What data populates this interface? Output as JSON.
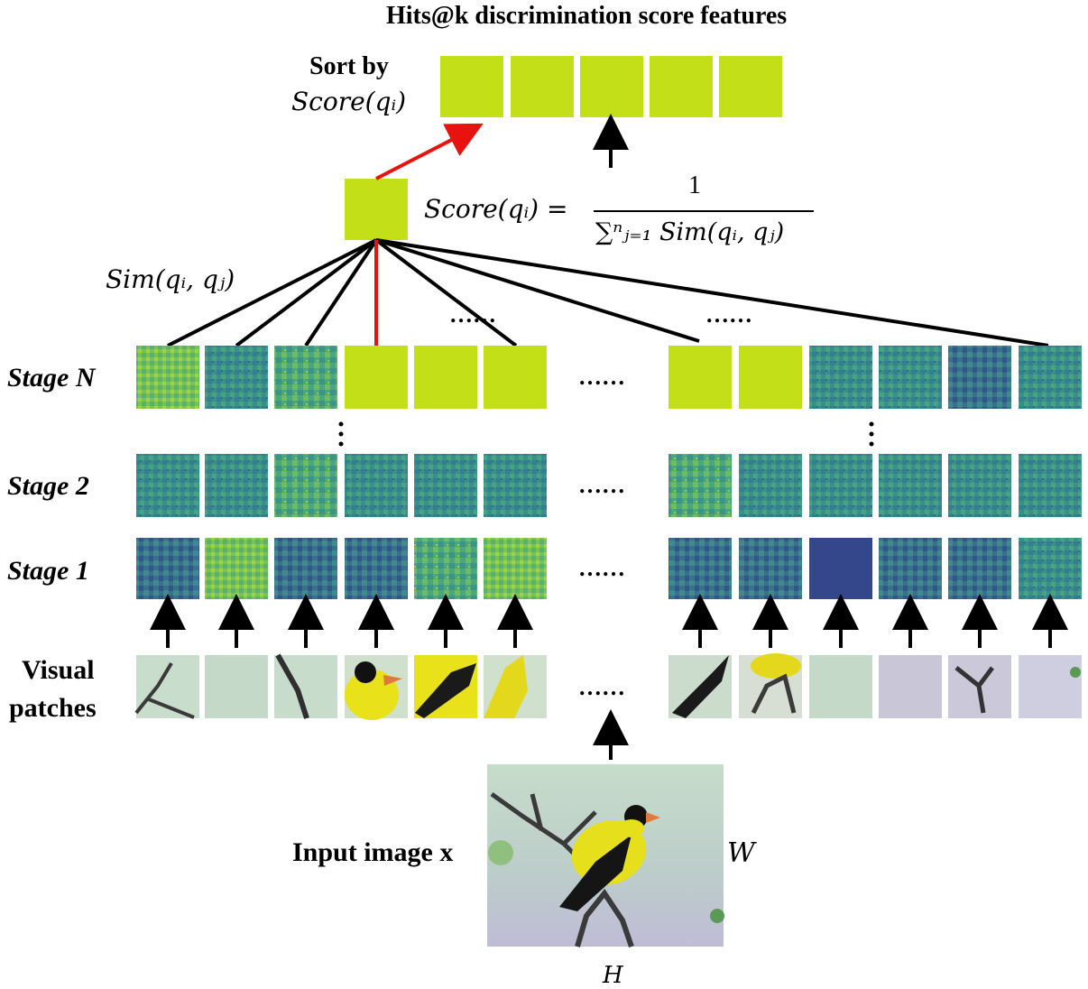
{
  "title": "Hits@k discrimination score features",
  "sort_label": "Sort by",
  "score_short": "Score(qᵢ)",
  "score_formula": {
    "lhs": "Score(qᵢ) =",
    "numerator": "1",
    "denominator": "∑ⁿⱼ₌₁ Sim(qᵢ, qⱼ)"
  },
  "sim_label": "Sim(qᵢ, qⱼ)",
  "stages": [
    {
      "label": "Stage N"
    },
    {
      "label": "Stage 2"
    },
    {
      "label": "Stage 1"
    }
  ],
  "visual_patches_label": [
    "Visual",
    "patches"
  ],
  "input_label": "Input image x",
  "dim_w": "W",
  "dim_h": "H",
  "ellipsis": "……",
  "colors": {
    "highlight": "#c3df17",
    "red_arrow": "#e8120f",
    "heat_low": "#3b5b8e",
    "heat_mid": "#3a9a86",
    "heat_high": "#9ccf4c",
    "bird_yellow": "#e9e11a",
    "patch_bg": "#c8dccb"
  }
}
